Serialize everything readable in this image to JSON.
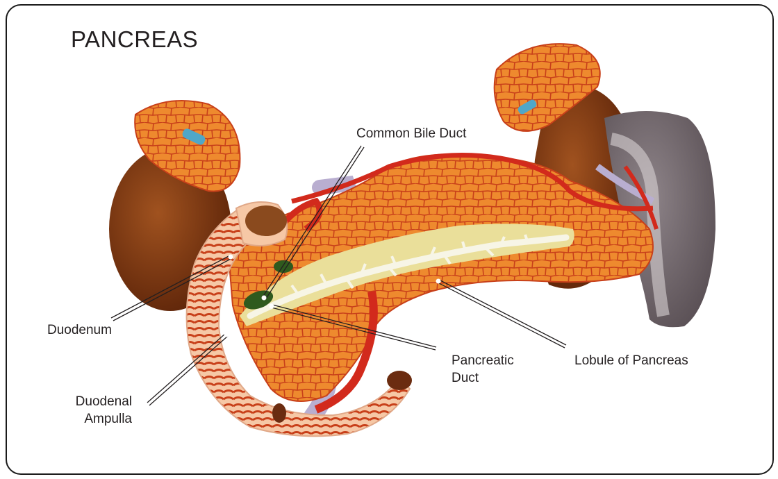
{
  "title": "PANCREAS",
  "labels": {
    "common_bile_duct": "Common Bile Duct",
    "duodenum": "Duodenum",
    "duodenal_ampulla": [
      "Duodenal",
      "Ampulla"
    ],
    "pancreatic_duct": [
      "Pancreatic",
      "Duct"
    ],
    "lobule_of_pancreas": "Lobule of Pancreas"
  },
  "colors": {
    "pancreas_orange": "#ee8a2e",
    "lobule_lines": "#c8401a",
    "duodenum_pink": "#f6c8a6",
    "liver_brown": "#7a3412",
    "spleen_gray": "#7d7378",
    "artery_red": "#d22a1c",
    "vein_lilac": "#b9aed0",
    "duct_cream": "#f3f0c0",
    "bile_green": "#2f5a1e"
  }
}
